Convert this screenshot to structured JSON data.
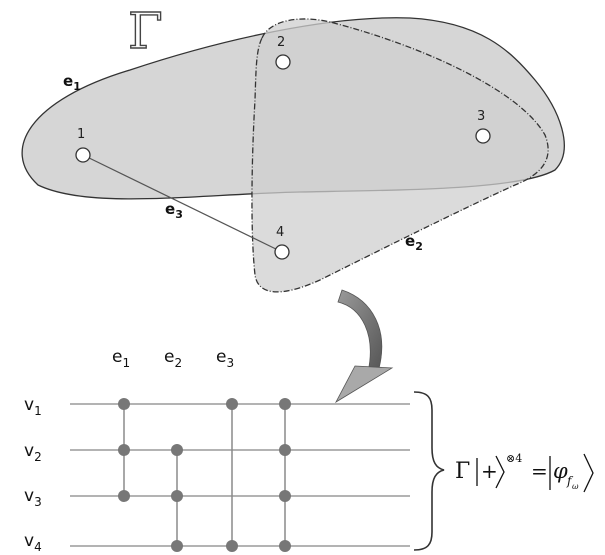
{
  "graph": {
    "symbol": "Γ",
    "vertices": [
      {
        "label": "1"
      },
      {
        "label": "2"
      },
      {
        "label": "3"
      },
      {
        "label": "4"
      }
    ],
    "edges": [
      {
        "name": "e",
        "sub": "1"
      },
      {
        "name": "e",
        "sub": "2"
      },
      {
        "name": "e",
        "sub": "3"
      }
    ]
  },
  "circuit": {
    "columns": [
      {
        "name": "e",
        "sub": "1"
      },
      {
        "name": "e",
        "sub": "2"
      },
      {
        "name": "e",
        "sub": "3"
      }
    ],
    "rows": [
      {
        "name": "v",
        "sub": "1"
      },
      {
        "name": "v",
        "sub": "2"
      },
      {
        "name": "v",
        "sub": "3"
      },
      {
        "name": "v",
        "sub": "4"
      }
    ]
  },
  "equation": {
    "gamma": "Γ",
    "plus": "+",
    "tensor_power": "⊗4",
    "equals": "=",
    "phi": "φ",
    "f": "f",
    "omega": "ω"
  },
  "colors": {
    "hyperedge_fill": "#cfcfcf",
    "outline": "#333333",
    "qubit_line": "#9a9a9a",
    "dot": "#777777",
    "arrow": "#7d7d7d"
  }
}
